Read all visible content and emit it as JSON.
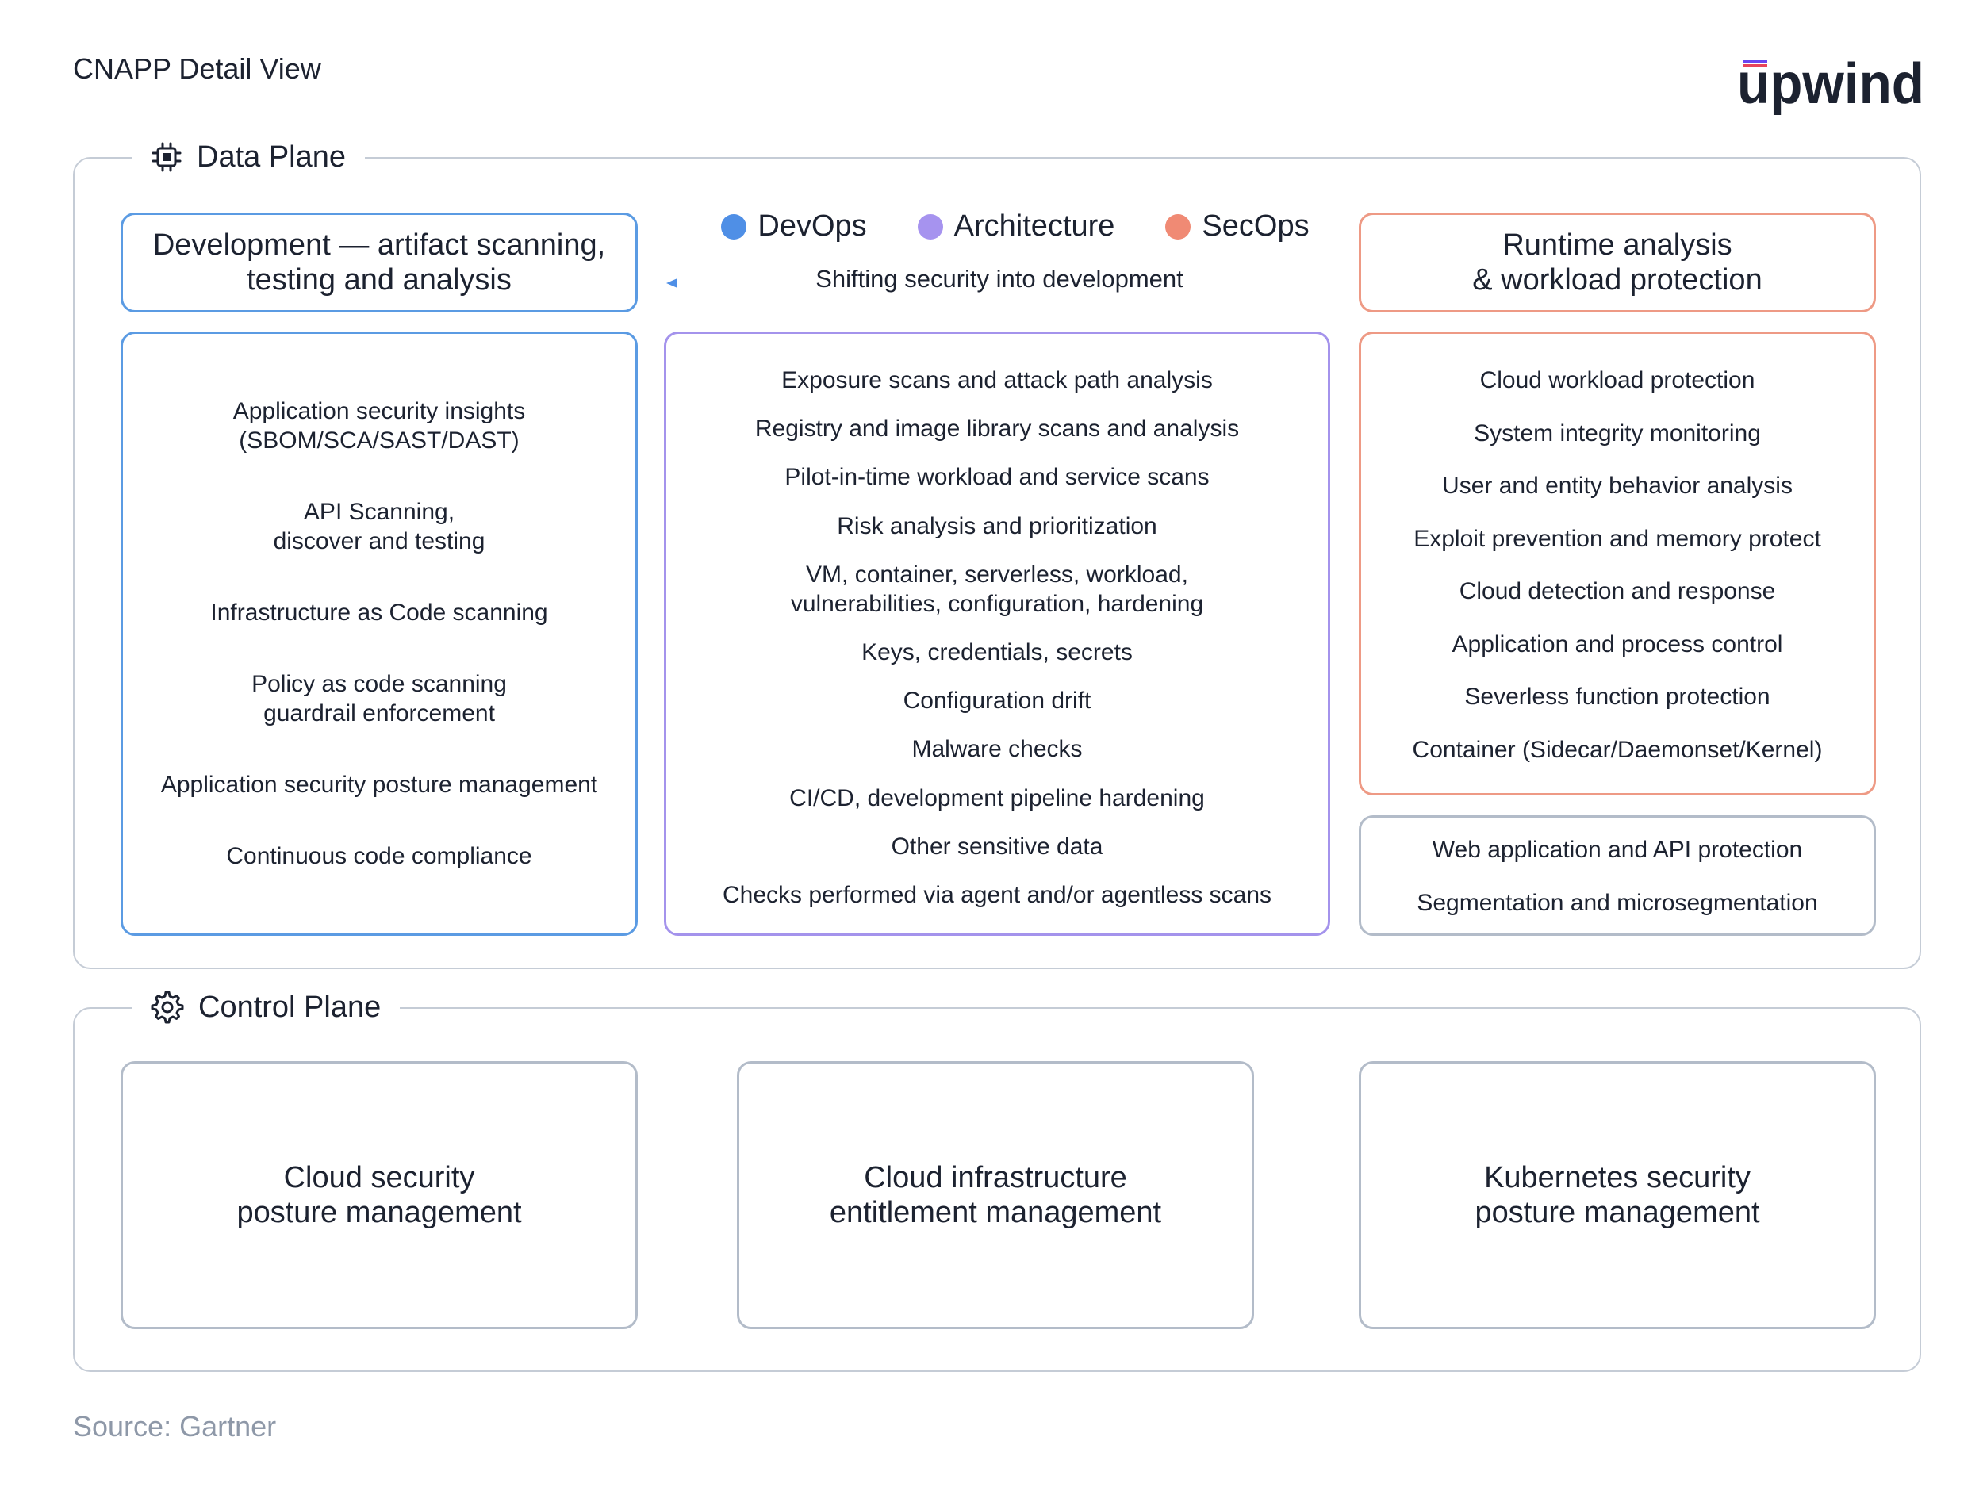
{
  "page_title": "CNAPP Detail View",
  "brand": {
    "logo_text": "upwind",
    "accent": "#6a44f0",
    "logo_mark_colors": [
      "#6a44f0",
      "#e8435a"
    ]
  },
  "data_plane": {
    "title": "Data Plane",
    "icon": "chip-icon",
    "legend": [
      {
        "label": "DevOps",
        "color": "#4f8fe6"
      },
      {
        "label": "Architecture",
        "color": "#a693ef"
      },
      {
        "label": "SecOps",
        "color": "#f08a74"
      }
    ],
    "shift_label": "Shifting security into development",
    "left_header": "Development — artifact scanning,\ntesting and analysis",
    "right_header": "Runtime analysis\n& workload protection",
    "left_items": [
      "Application security insights\n(SBOM/SCA/SAST/DAST)",
      "API Scanning,\ndiscover and testing",
      "Infrastructure as Code scanning",
      "Policy as code scanning\nguardrail enforcement",
      "Application security posture management",
      "Continuous code compliance"
    ],
    "middle_items": [
      "Exposure scans and attack path analysis",
      "Registry and image library scans and analysis",
      "Pilot-in-time workload and service scans",
      "Risk analysis and prioritization",
      "VM, container, serverless, workload,\nvulnerabilities, configuration, hardening",
      "Keys, credentials, secrets",
      "Configuration drift",
      "Malware checks",
      "CI/CD, development pipeline hardening",
      "Other sensitive data",
      "Checks performed via agent and/or agentless scans"
    ],
    "right_items": [
      "Cloud workload protection",
      "System integrity monitoring",
      "User and entity behavior analysis",
      "Exploit prevention and memory protect",
      "Cloud detection and response",
      "Application and process control",
      "Severless function protection",
      "Container (Sidecar/Daemonset/Kernel)"
    ],
    "right_bottom_items": [
      "Web application and API protection",
      "Segmentation and microsegmentation"
    ]
  },
  "control_plane": {
    "title": "Control Plane",
    "icon": "gear-icon",
    "boxes": [
      "Cloud security\nposture management",
      "Cloud infrastructure\nentitlement management",
      "Kubernetes security\nposture management"
    ]
  },
  "source": "Source: Gartner"
}
